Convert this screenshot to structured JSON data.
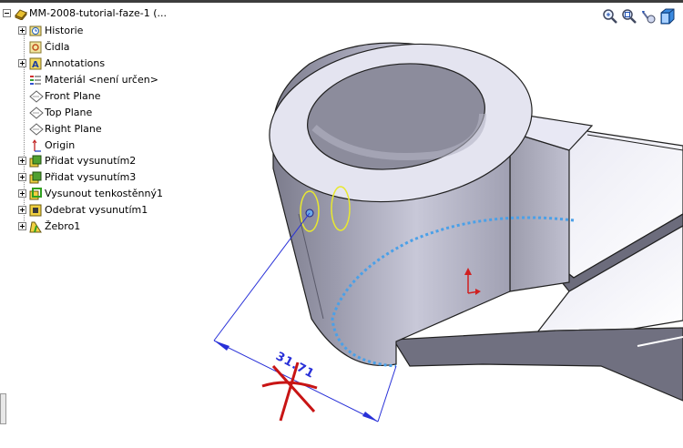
{
  "tree": {
    "root": {
      "label": "MM-2008-tutorial-faze-1 (...",
      "icon": "part-icon"
    },
    "items": [
      {
        "label": "Historie",
        "icon": "history-folder-icon",
        "expander": "plus"
      },
      {
        "label": "Čidla",
        "icon": "sensors-icon",
        "expander": "none"
      },
      {
        "label": "Annotations",
        "icon": "annotations-icon",
        "expander": "plus"
      },
      {
        "label": "Materiál <není určen>",
        "icon": "material-icon",
        "expander": "none"
      },
      {
        "label": "Front Plane",
        "icon": "plane-icon",
        "expander": "none"
      },
      {
        "label": "Top Plane",
        "icon": "plane-icon",
        "expander": "none"
      },
      {
        "label": "Right Plane",
        "icon": "plane-icon",
        "expander": "none"
      },
      {
        "label": "Origin",
        "icon": "origin-icon",
        "expander": "none"
      },
      {
        "label": "Přidat vysunutím2",
        "icon": "boss-extrude-icon",
        "expander": "plus"
      },
      {
        "label": "Přidat vysunutím3",
        "icon": "boss-extrude-icon",
        "expander": "plus"
      },
      {
        "label": "Vysunout tenkostěnný1",
        "icon": "thin-extrude-icon",
        "expander": "plus"
      },
      {
        "label": "Odebrat vysunutím1",
        "icon": "cut-extrude-icon",
        "expander": "plus"
      },
      {
        "label": "Žebro1",
        "icon": "rib-icon",
        "expander": "plus"
      }
    ]
  },
  "view_tools": [
    "zoom-to-fit-icon",
    "zoom-to-area-icon",
    "previous-view-icon",
    "view-orientation-icon"
  ],
  "dimension": {
    "value": "31.71"
  },
  "colors": {
    "dimension": "#2830d8",
    "selection_highlight": "#e8e830",
    "delete_mark": "#c81414",
    "sketch_preview": "#4aa0e8",
    "model_light": "#dcdcec",
    "model_dark": "#7a7a88"
  }
}
